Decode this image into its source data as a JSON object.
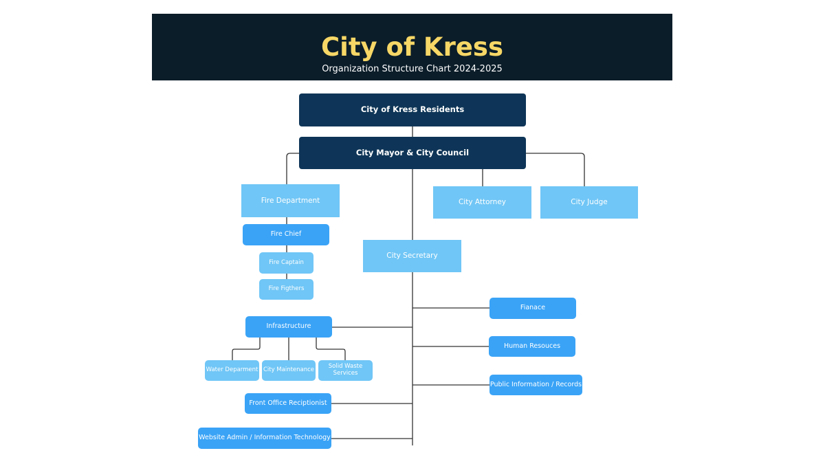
{
  "header": {
    "title": "City of Kress",
    "subtitle": "Organization Structure Chart 2024-2025"
  },
  "nodes": {
    "residents": "City of Kress Residents",
    "mayor": "City Mayor & City Council",
    "fire_department": "Fire Department",
    "city_attorney": "City Attorney",
    "city_judge": "City Judge",
    "fire_chief": "Fire Chief",
    "fire_captain": "Fire Captain",
    "fire_fighters": "Fire Figthers",
    "city_secretary": "City Secretary",
    "finance": "Fianace",
    "human_resources": "Human Resouces",
    "public_information": "Public Information / Records",
    "infrastructure": "Infrastructure",
    "water_department": "Water Deparment",
    "city_maintenance": "City Maintenance",
    "solid_waste": "Solid Waste Services",
    "front_office": "Front Office Reciptionist",
    "website_admin": "Website Admin / Information Technology"
  },
  "colors": {
    "header_bg": "#0b1d29",
    "title": "#f7d766",
    "dark_node": "#0e3557",
    "light_node": "#70c6f6",
    "mid_node": "#3aa3f6",
    "line": "#333333"
  }
}
